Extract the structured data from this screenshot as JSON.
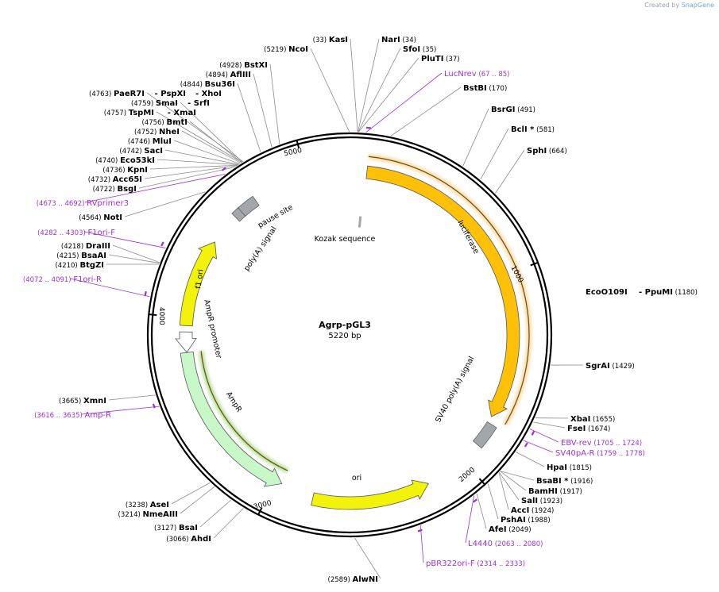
{
  "watermark": {
    "prefix": "Created by",
    "brand": "SnapGene"
  },
  "plasmid": {
    "name": "Agrp-pGL3",
    "length": 5220,
    "size_label": "5220 bp"
  },
  "colors": {
    "feature_yellow": "#f2f20a",
    "luciferase": "#ffc107",
    "ampr": "#c8f7c8",
    "primer": "#9b30d9",
    "misc_gray": "#a3a7aa",
    "backbone": "#000000"
  },
  "ticks": [
    {
      "pos": 1000,
      "label": "1000"
    },
    {
      "pos": 2000,
      "label": "2000"
    },
    {
      "pos": 3000,
      "label": "3000"
    },
    {
      "pos": 4000,
      "label": "4000"
    },
    {
      "pos": 5000,
      "label": "5000"
    }
  ],
  "features": [
    {
      "name": "luciferase",
      "label": "luciferase",
      "start": 88,
      "end": 1740,
      "ring": 206,
      "color": "#ffc107",
      "direction": 1
    },
    {
      "name": "sv40-polya-signal",
      "label": "SV40 poly(A) signal",
      "start": 1773,
      "end": 1895,
      "ring": 212,
      "color": "#a3a7aa",
      "direction": 0
    },
    {
      "name": "ori",
      "label": "ori",
      "start": 2205,
      "end": 2794,
      "ring": 212,
      "color": "#f2f20a",
      "direction": -1
    },
    {
      "name": "ampr",
      "label": "AmpR",
      "start": 2965,
      "end": 3825,
      "ring": 206,
      "color": "#c8f7c8",
      "direction": -1
    },
    {
      "name": "ampr-promoter",
      "label": "AmpR promoter",
      "start": 3826,
      "end": 3930,
      "ring": 206,
      "color": "#ffffff",
      "direction": -1
    },
    {
      "name": "f1-ori",
      "label": "f1 ori",
      "start": 3962,
      "end": 4417,
      "ring": 206,
      "color": "#f2f20a",
      "direction": 1
    },
    {
      "name": "polya-signal",
      "label": "poly(A) signal",
      "start": 4581,
      "end": 4629,
      "ring": 206,
      "color": "#a3a7aa",
      "direction": 0
    },
    {
      "name": "pause-site",
      "label": "pause site",
      "start": 4622,
      "end": 4714,
      "ring": 206,
      "color": "#a3a7aa",
      "direction": 0
    },
    {
      "name": "kozak-sequence",
      "label": "Kozak sequence",
      "start": 76,
      "end": 86,
      "ring": 170,
      "color": "#a3a7aa",
      "direction": 0
    }
  ],
  "enzymes": [
    {
      "name": "KasI",
      "pos": "(33)",
      "star": false
    },
    {
      "name": "NarI",
      "pos": "(34)",
      "star": false
    },
    {
      "name": "SfoI",
      "pos": "(35)",
      "star": false
    },
    {
      "name": "PluTI",
      "pos": "(37)",
      "star": false
    },
    {
      "name": "BstBI",
      "pos": "(170)",
      "star": false
    },
    {
      "name": "BsrGI",
      "pos": "(491)",
      "star": false
    },
    {
      "name": "BclI",
      "pos": "(581)",
      "star": true
    },
    {
      "name": "SphI",
      "pos": "(664)",
      "star": false
    },
    {
      "name": "EcoO109I",
      "pos": "",
      "star": false
    },
    {
      "name": "- PpuMI",
      "pos": "(1180)",
      "star": false
    },
    {
      "name": "SgrAI",
      "pos": "(1429)",
      "star": false
    },
    {
      "name": "XbaI",
      "pos": "(1655)",
      "star": false
    },
    {
      "name": "FseI",
      "pos": "(1674)",
      "star": false
    },
    {
      "name": "HpaI",
      "pos": "(1815)",
      "star": false
    },
    {
      "name": "BsaBI",
      "pos": "(1916)",
      "star": true
    },
    {
      "name": "BamHI",
      "pos": "(1917)",
      "star": false
    },
    {
      "name": "SalI",
      "pos": "(1923)",
      "star": false
    },
    {
      "name": "AccI",
      "pos": "(1924)",
      "star": false
    },
    {
      "name": "PshAI",
      "pos": "(1988)",
      "star": false
    },
    {
      "name": "AfeI",
      "pos": "(2049)",
      "star": false
    },
    {
      "name": "AlwNI",
      "pos": "(2589)",
      "star": false
    },
    {
      "name": "AhdI",
      "pos": "(3066)",
      "star": false
    },
    {
      "name": "BsaI",
      "pos": "(3127)",
      "star": false
    },
    {
      "name": "NmeAIII",
      "pos": "(3214)",
      "star": false
    },
    {
      "name": "AseI",
      "pos": "(3238)",
      "star": false
    },
    {
      "name": "XmnI",
      "pos": "(3665)",
      "star": false
    },
    {
      "name": "BtgZI",
      "pos": "(4210)",
      "star": false
    },
    {
      "name": "BsaAI",
      "pos": "(4215)",
      "star": false
    },
    {
      "name": "DraIII",
      "pos": "(4218)",
      "star": false
    },
    {
      "name": "NotI",
      "pos": "(4564)",
      "star": false
    },
    {
      "name": "BsgI",
      "pos": "(4722)",
      "star": false
    },
    {
      "name": "Acc65I",
      "pos": "(4732)",
      "star": false
    },
    {
      "name": "KpnI",
      "pos": "(4736)",
      "star": false
    },
    {
      "name": "Eco53kI",
      "pos": "(4740)",
      "star": false
    },
    {
      "name": "SacI",
      "pos": "(4742)",
      "star": false
    },
    {
      "name": "MluI",
      "pos": "(4746)",
      "star": false
    },
    {
      "name": "NheI",
      "pos": "(4752)",
      "star": false
    },
    {
      "name": "BmtI",
      "pos": "(4756)",
      "star": false
    },
    {
      "name": "TspMI",
      "pos": "(4757)",
      "star": false
    },
    {
      "name": "- XmaI",
      "pos": "",
      "star": false
    },
    {
      "name": "SmaI",
      "pos": "(4759)",
      "star": false
    },
    {
      "name": "- SrfI",
      "pos": "",
      "star": false
    },
    {
      "name": "PaeR7I",
      "pos": "(4763)",
      "star": false
    },
    {
      "name": "- PspXI",
      "pos": "",
      "star": false
    },
    {
      "name": "- XhoI",
      "pos": "",
      "star": false
    },
    {
      "name": "Bsu36I",
      "pos": "(4844)",
      "star": false
    },
    {
      "name": "AflIII",
      "pos": "(4894)",
      "star": false
    },
    {
      "name": "BstXI",
      "pos": "(4928)",
      "star": false
    },
    {
      "name": "NcoI",
      "pos": "(5219)",
      "star": false
    }
  ],
  "primers": [
    {
      "name": "LucNrev",
      "range": "(67 .. 85)"
    },
    {
      "name": "EBV-rev",
      "range": "(1705 .. 1724)"
    },
    {
      "name": "SV40pA-R",
      "range": "(1759 .. 1778)"
    },
    {
      "name": "L4440",
      "range": "(2063 .. 2080)"
    },
    {
      "name": "pBR322ori-F",
      "range": "(2314 .. 2333)"
    },
    {
      "name": "Amp-R",
      "range": "(3616 .. 3635)"
    },
    {
      "name": "F1ori-R",
      "range": "(4072 .. 4091)"
    },
    {
      "name": "F1ori-F",
      "range": "(4282 .. 4303)"
    },
    {
      "name": "RVprimer3",
      "range": "(4673 .. 4692)"
    }
  ]
}
